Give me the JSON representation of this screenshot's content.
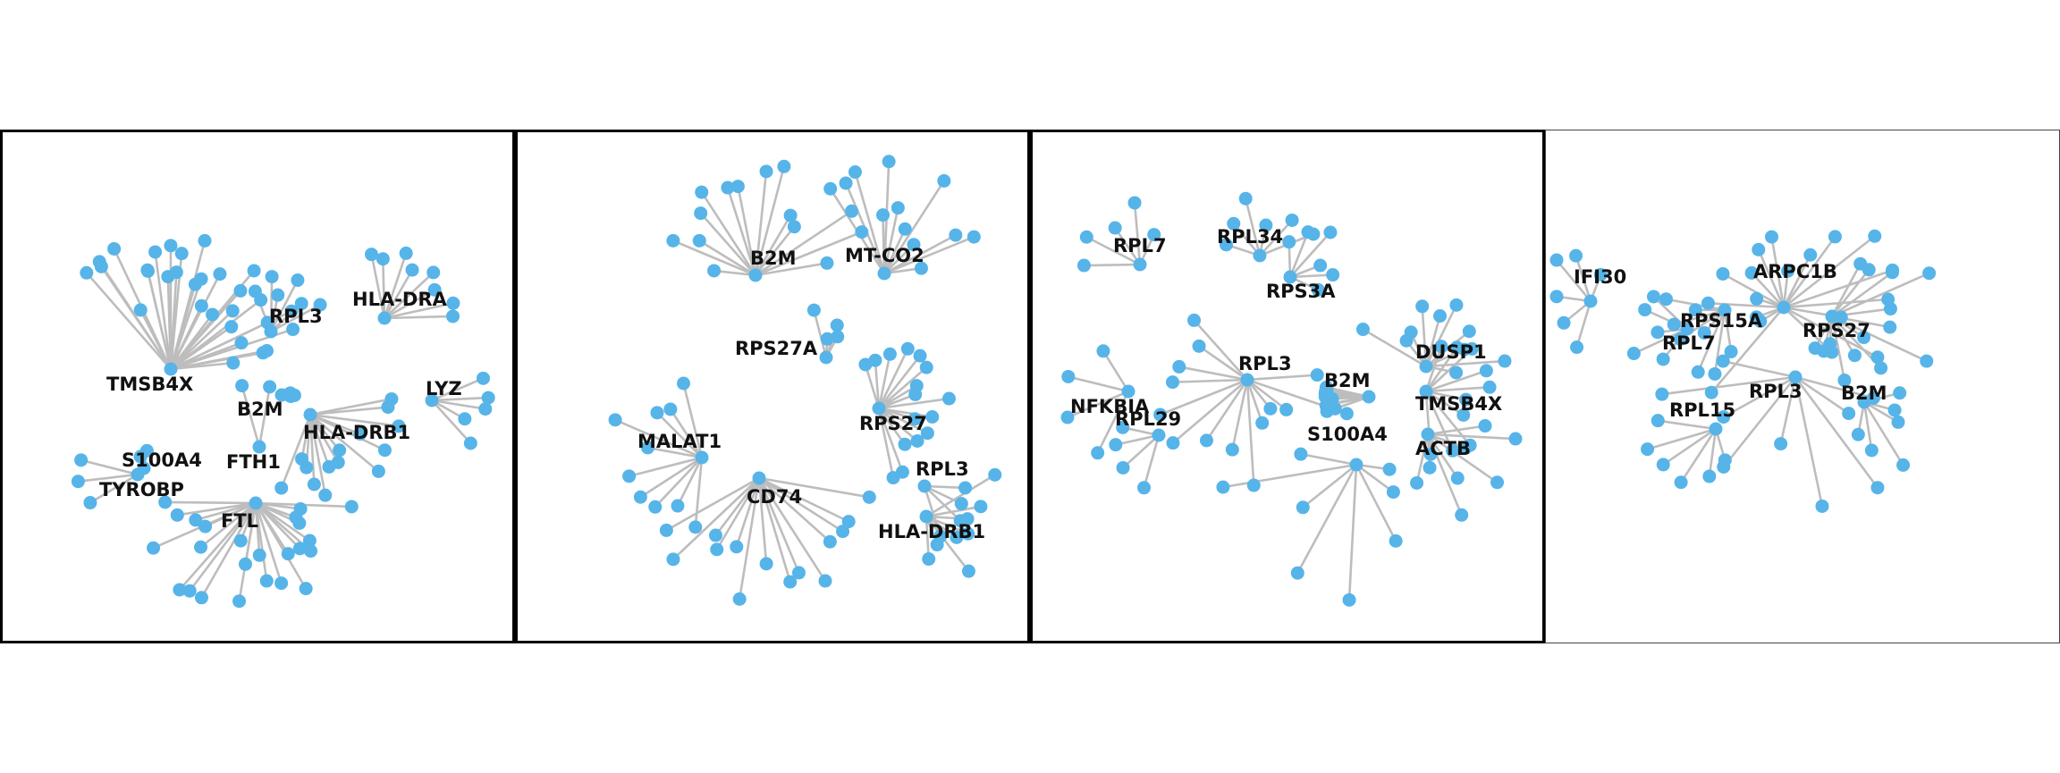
{
  "figure": {
    "panels": [
      {
        "id": "panel-1",
        "hubs": {
          "TMSB4X": {
            "n": 30
          },
          "HLA-DRA": {
            "n": 8
          },
          "RPL3": {
            "n": 6
          },
          "B2M": {
            "n": 7
          },
          "LYZ": {
            "n": 5
          },
          "HLA-DRB1": {
            "n": 14
          },
          "S100A4": {
            "n": 2
          },
          "FTH1": {
            "n": 2
          },
          "TYROBP": {
            "n": 3
          },
          "FTL": {
            "n": 24
          }
        },
        "labels": [
          "TMSB4X",
          "HLA-DRA",
          "RPL3",
          "B2M",
          "LYZ",
          "HLA-DRB1",
          "S100A4",
          "FTH1",
          "TYROBP",
          "FTL"
        ]
      },
      {
        "id": "panel-2",
        "hubs": {
          "B2M": {
            "n": 14
          },
          "MT-CO2": {
            "n": 12
          },
          "RPS27A": {
            "n": 4
          },
          "RPS27": {
            "n": 16
          },
          "MALAT1": {
            "n": 10
          },
          "CD74": {
            "n": 14
          },
          "RPL3": {
            "n": 4
          },
          "HLA-DRB1": {
            "n": 8
          }
        },
        "labels": [
          "B2M",
          "MT-CO2",
          "RPS27A",
          "RPS27",
          "MALAT1",
          "CD74",
          "RPL3",
          "HLA-DRB1"
        ]
      },
      {
        "id": "panel-3",
        "hubs": {
          "RPL34": {
            "n": 6
          },
          "RPL7": {
            "n": 5
          },
          "RPS3A": {
            "n": 6
          },
          "RPL3": {
            "n": 14
          },
          "NFKBIA": {
            "n": 4
          },
          "RPL29": {
            "n": 4
          },
          "B2M": {
            "n": 12
          },
          "DUSP1": {
            "n": 10
          },
          "TMSB4X": {
            "n": 10
          },
          "S100A4": {
            "n": 8
          },
          "ACTB": {
            "n": 8
          }
        },
        "labels": [
          "RPL34",
          "RPL7",
          "RPS3A",
          "RPL3",
          "NFKBIA",
          "RPL29",
          "B2M",
          "DUSP1",
          "TMSB4X",
          "S100A4",
          "ACTB"
        ]
      },
      {
        "id": "panel-4",
        "hubs": {
          "IFI30": {
            "n": 6
          },
          "ARPC1B": {
            "n": 18
          },
          "RPS15A": {
            "n": 8
          },
          "RPL7": {
            "n": 5
          },
          "RPS27": {
            "n": 14
          },
          "RPL3": {
            "n": 9
          },
          "B2M": {
            "n": 6
          },
          "RPL15": {
            "n": 6
          }
        },
        "labels": [
          "IFI30",
          "ARPC1B",
          "RPS15A",
          "RPL7",
          "RPS27",
          "RPL3",
          "B2M",
          "RPL15"
        ]
      }
    ],
    "colors": {
      "node": "#56b4e9",
      "edge": "#bdbdbd",
      "frame": "#000000",
      "label": "#111111"
    }
  }
}
